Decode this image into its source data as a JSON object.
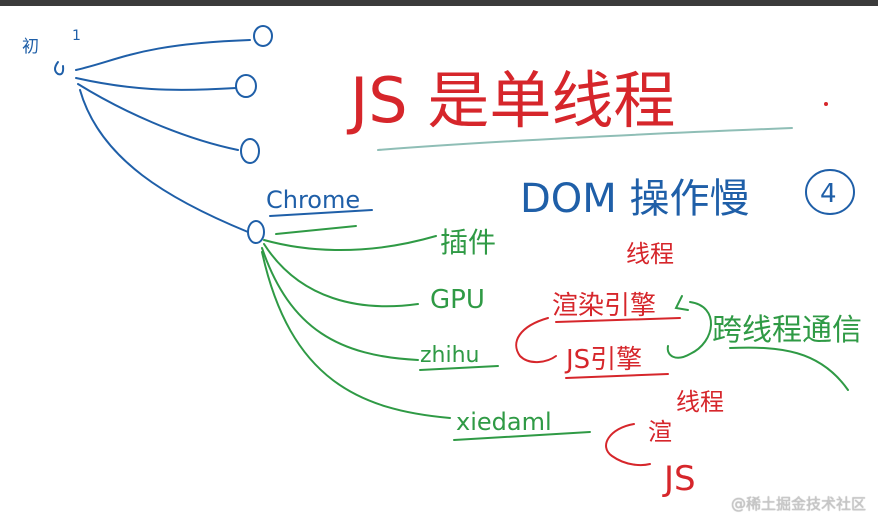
{
  "colors": {
    "blue": "#1f5fa8",
    "green": "#2f9a45",
    "red": "#d6262b",
    "teal_line": "#8fbeb6"
  },
  "labels": {
    "process_note": "初",
    "process_number": "1",
    "title": "JS 是单线程",
    "dom_note": "DOM 操作慢",
    "dom_note_number": "4",
    "chrome": "Chrome",
    "plugin": "插件",
    "gpu": "GPU",
    "tab_zhihu": "zhihu",
    "tab_xiedaml": "xiedaml",
    "thread_1": "线程",
    "render_engine": "渲染引擎",
    "js_engine": "JS引擎",
    "cross_thread": "跨线程通信",
    "thread_2": "线程",
    "render_short": "渲",
    "js_short": "JS"
  },
  "watermark": "@稀土掘金技术社区"
}
